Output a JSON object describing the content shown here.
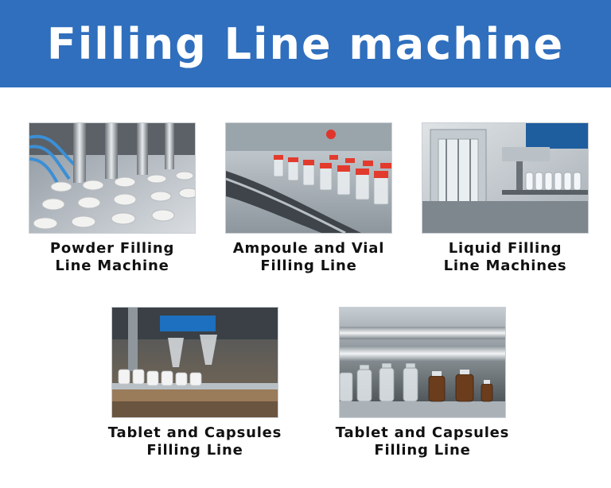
{
  "header": {
    "title": "Filling Line machine",
    "background": "#2f6fbd"
  },
  "products": [
    {
      "line1": "Powder Filling",
      "line2": "Line Machine",
      "photo": "powder-filling-photo"
    },
    {
      "line1": "Ampoule and Vial",
      "line2": "Filling Line",
      "photo": "ampoule-vial-photo"
    },
    {
      "line1": "Liquid Filling",
      "line2": "Line Machines",
      "photo": "liquid-filling-photo"
    },
    {
      "line1": "Tablet and Capsules",
      "line2": "Filling Line",
      "photo": "tablet-capsule-photo"
    },
    {
      "line1": "Tablet and Capsules",
      "line2": "Filling Line",
      "photo": "bottle-filling-photo"
    }
  ]
}
